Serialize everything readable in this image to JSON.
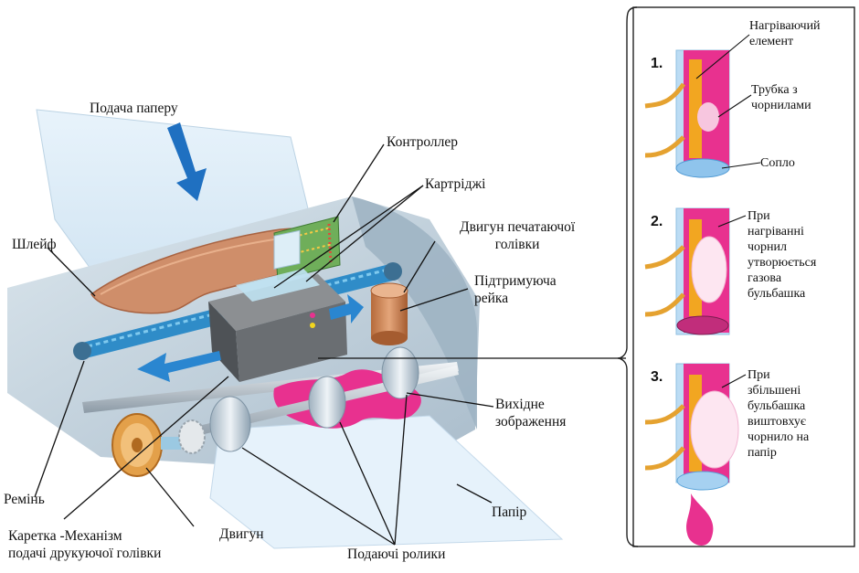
{
  "labels": {
    "paper_feed": "Подача паперу",
    "controller": "Контроллер",
    "cartridges": "Картріджі",
    "ribbon_cable": "Шлейф",
    "head_motor": "Двигун печатаючої\nголівки",
    "support_rail": "Підтримуюча\nрейка",
    "output_image": "Вихідне\nзображення",
    "belt": "Ремінь",
    "carriage": "Каретка -Механізм\nподачі друкуючої голівки",
    "motor": "Двигун",
    "feed_rollers": "Подаючі ролики",
    "paper": "Папір"
  },
  "stages": [
    {
      "number": "1.",
      "captions": [
        "Нагріваючий\nелемент",
        "Трубка з\nчорнилами",
        "Сопло"
      ]
    },
    {
      "number": "2.",
      "captions": [
        "При\nнагріванні\nчорнил\nутворюється\nгазова\nбульбашка"
      ]
    },
    {
      "number": "3.",
      "captions": [
        "При\nзбільшені\nбульбашка\nвиштовхує\nчорнило на\nпапір"
      ]
    }
  ],
  "colors": {
    "ink": "#e8318f",
    "heater": "#f0a020",
    "nozzle": "#8fc4ec",
    "arrow": "#1f70c1",
    "printer_body": "#b9cbd6",
    "ribbon": "#cf8e6a"
  }
}
